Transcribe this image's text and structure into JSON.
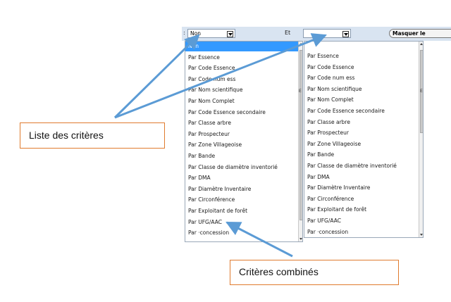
{
  "toolbar": {
    "left_colon": ":",
    "left_select_value": "Non",
    "et_label": "Et",
    "right_select_value": "",
    "masquer_label": "Masquer le"
  },
  "left_list": {
    "items": [
      "Non",
      "Par Essence",
      "Par  Code Essence",
      "Par  Code num ess",
      "Par  Nom scientifique",
      "Par Nom Complet",
      "Par Code Essence secondaire",
      "Par  Classe arbre",
      "Par  Prospecteur",
      "Par  Zone Villageoise",
      "Par Bande",
      "Par  Classe de diamètre inventorié",
      "Par  DMA",
      "Par  Diamètre Inventaire",
      "Par  Circonférence",
      "Par  Exploitant de forêt",
      "Par  UFG/AAC",
      "Par  ·concession"
    ],
    "selected_index": 0
  },
  "right_list": {
    "items": [
      "Par Essence",
      "Par  Code Essence",
      "Par  Code num ess",
      "Par  Nom scientifique",
      "Par Nom Complet",
      "Par Code Essence secondaire",
      "Par  Classe arbre",
      "Par  Prospecteur",
      "Par  Zone Villageoise",
      "Par Bande",
      "Par  Classe de diamètre inventorié",
      "Par  DMA",
      "Par  Diamètre Inventaire",
      "Par  Circonférence",
      "Par  Exploitant de forêt",
      "Par  UFG/AAC",
      "Par  ·concession"
    ]
  },
  "side_marks": {
    "left": "E",
    "right": "E"
  },
  "callouts": {
    "top": "Liste des critères",
    "bottom": "Critères combinés"
  },
  "colors": {
    "selection": "#3399ff",
    "arrow": "#5b9bd5",
    "callout_border": "#e07b2e",
    "toolbar": "#d9e4f1"
  }
}
